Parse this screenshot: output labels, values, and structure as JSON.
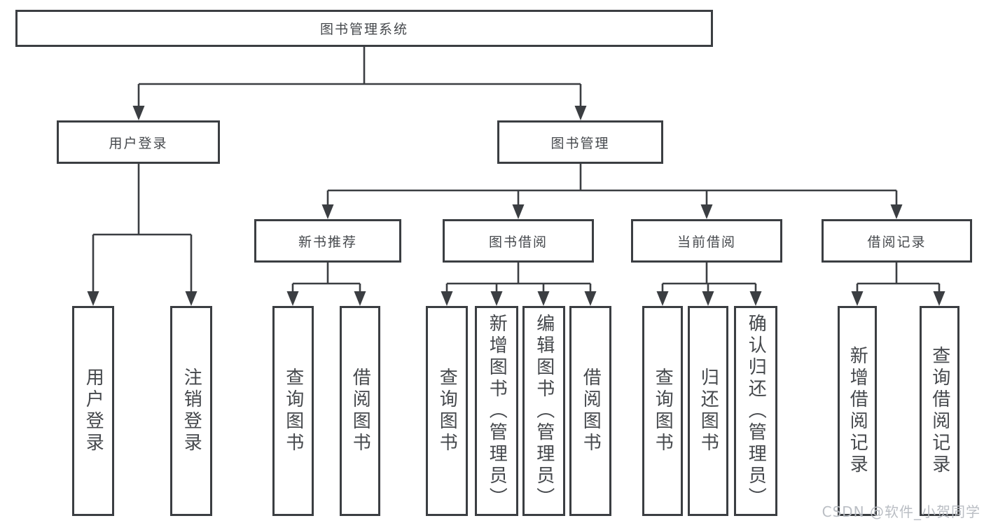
{
  "tree": {
    "root": {
      "label": "图书管理系统",
      "children": [
        {
          "label": "用户登录",
          "children": [
            {
              "label": "用户登录"
            },
            {
              "label": "注销登录"
            }
          ]
        },
        {
          "label": "图书管理",
          "children": [
            {
              "label": "新书推荐",
              "children": [
                {
                  "label": "查询图书"
                },
                {
                  "label": "借阅图书"
                }
              ]
            },
            {
              "label": "图书借阅",
              "children": [
                {
                  "label": "查询图书"
                },
                {
                  "label": "新增图书（管理员）"
                },
                {
                  "label": "编辑图书（管理员）"
                },
                {
                  "label": "借阅图书"
                }
              ]
            },
            {
              "label": "当前借阅",
              "children": [
                {
                  "label": "查询图书"
                },
                {
                  "label": "归还图书"
                },
                {
                  "label": "确认归还（管理员）"
                }
              ]
            },
            {
              "label": "借阅记录",
              "children": [
                {
                  "label": "新增借阅记录"
                },
                {
                  "label": "查询借阅记录"
                }
              ]
            }
          ]
        }
      ]
    }
  },
  "watermark": "CSDN @软件_小贺同学",
  "colors": {
    "line": "#3b3e42",
    "text": "#45484c",
    "background": "#ffffff",
    "watermark": "#b6bbc1"
  }
}
